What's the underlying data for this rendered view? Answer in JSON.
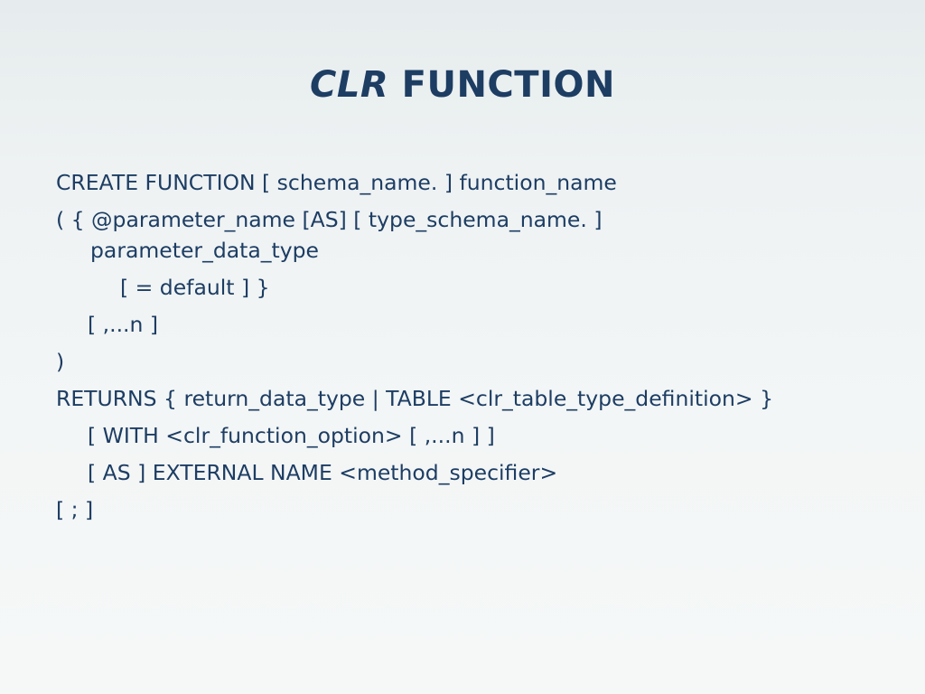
{
  "slide": {
    "title_part1": "CLR",
    "title_part2": "FUNCTION",
    "lines": [
      "CREATE FUNCTION [ schema_name. ] function_name",
      "( { @parameter_name [AS] [ type_schema_name. ]",
      "parameter_data_type",
      "[ = default ] }",
      "[ ,...n ]",
      ")",
      "RETURNS { return_data_type | TABLE <clr_table_type_definition> }",
      "[ WITH <clr_function_option> [ ,...n ] ]",
      "[ AS ] EXTERNAL NAME <method_specifier>",
      "[ ; ]"
    ]
  }
}
